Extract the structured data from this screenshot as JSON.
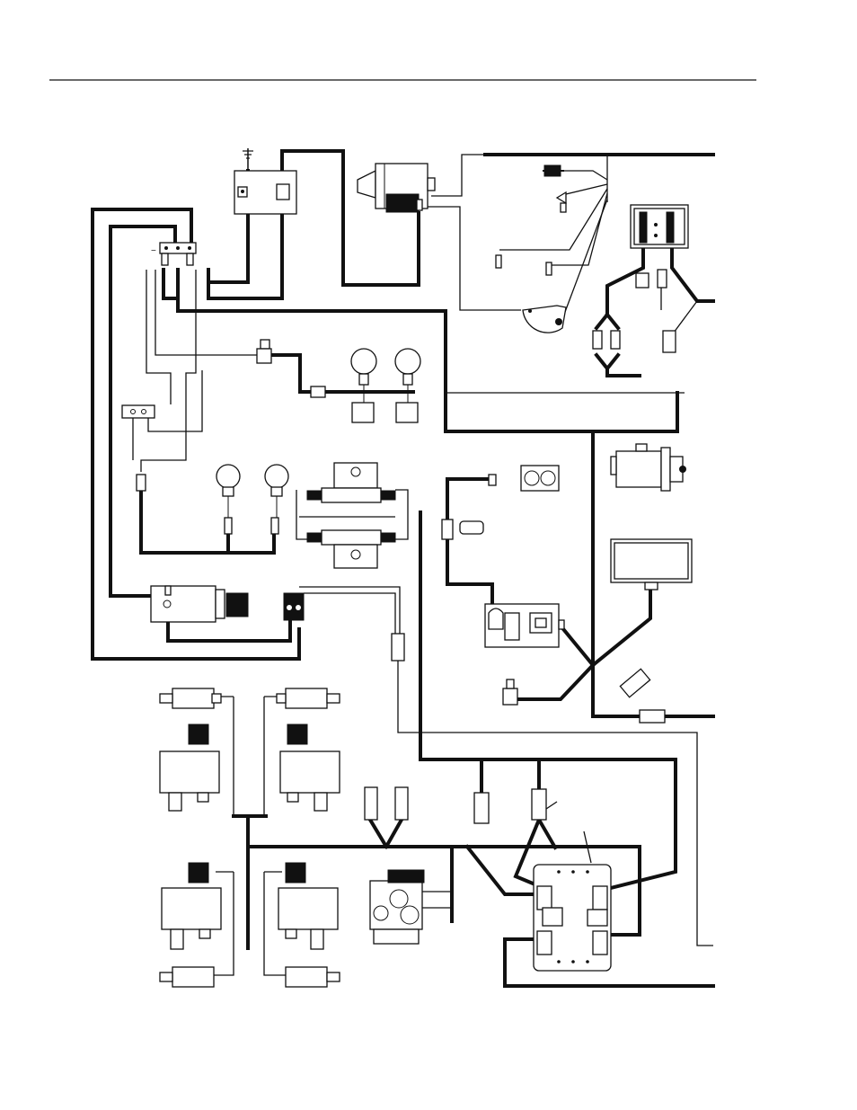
{
  "page": {
    "background": "#ffffff",
    "ink": "#111111"
  },
  "diagram": {
    "polarity_mark": "−",
    "components": [
      {
        "id": "ground-terminal-block",
        "icon": "ground-symbol"
      },
      {
        "id": "battery-terminal-block",
        "icon": "battery-terminal"
      },
      {
        "id": "engine-starter-motor",
        "icon": "starter-motor"
      },
      {
        "id": "horn-1",
        "icon": "horn"
      },
      {
        "id": "horn-2",
        "icon": "horn"
      },
      {
        "id": "light-1",
        "icon": "round-light"
      },
      {
        "id": "light-2",
        "icon": "round-light"
      },
      {
        "id": "solenoid-valve-upper",
        "icon": "solenoid-valve"
      },
      {
        "id": "solenoid-valve-lower",
        "icon": "solenoid-valve"
      },
      {
        "id": "pump-motor",
        "icon": "motor"
      },
      {
        "id": "flasher-relay",
        "icon": "relay"
      },
      {
        "id": "alternator",
        "icon": "alternator"
      },
      {
        "id": "fuse-relay-panel",
        "icon": "relay-panel"
      },
      {
        "id": "generator-alternator",
        "icon": "generator"
      },
      {
        "id": "control-box",
        "icon": "box"
      },
      {
        "id": "receptacle-panel",
        "icon": "outlet-panel"
      },
      {
        "id": "duplex-outlet",
        "icon": "outlet"
      },
      {
        "id": "single-outlet",
        "icon": "outlet"
      },
      {
        "id": "proportional-valve-1",
        "icon": "valve"
      },
      {
        "id": "proportional-valve-2",
        "icon": "valve"
      },
      {
        "id": "proportional-valve-3",
        "icon": "valve"
      },
      {
        "id": "proportional-valve-4",
        "icon": "valve"
      },
      {
        "id": "hydraulic-manifold",
        "icon": "manifold"
      },
      {
        "id": "ecu-controller",
        "icon": "controller-module"
      }
    ]
  }
}
